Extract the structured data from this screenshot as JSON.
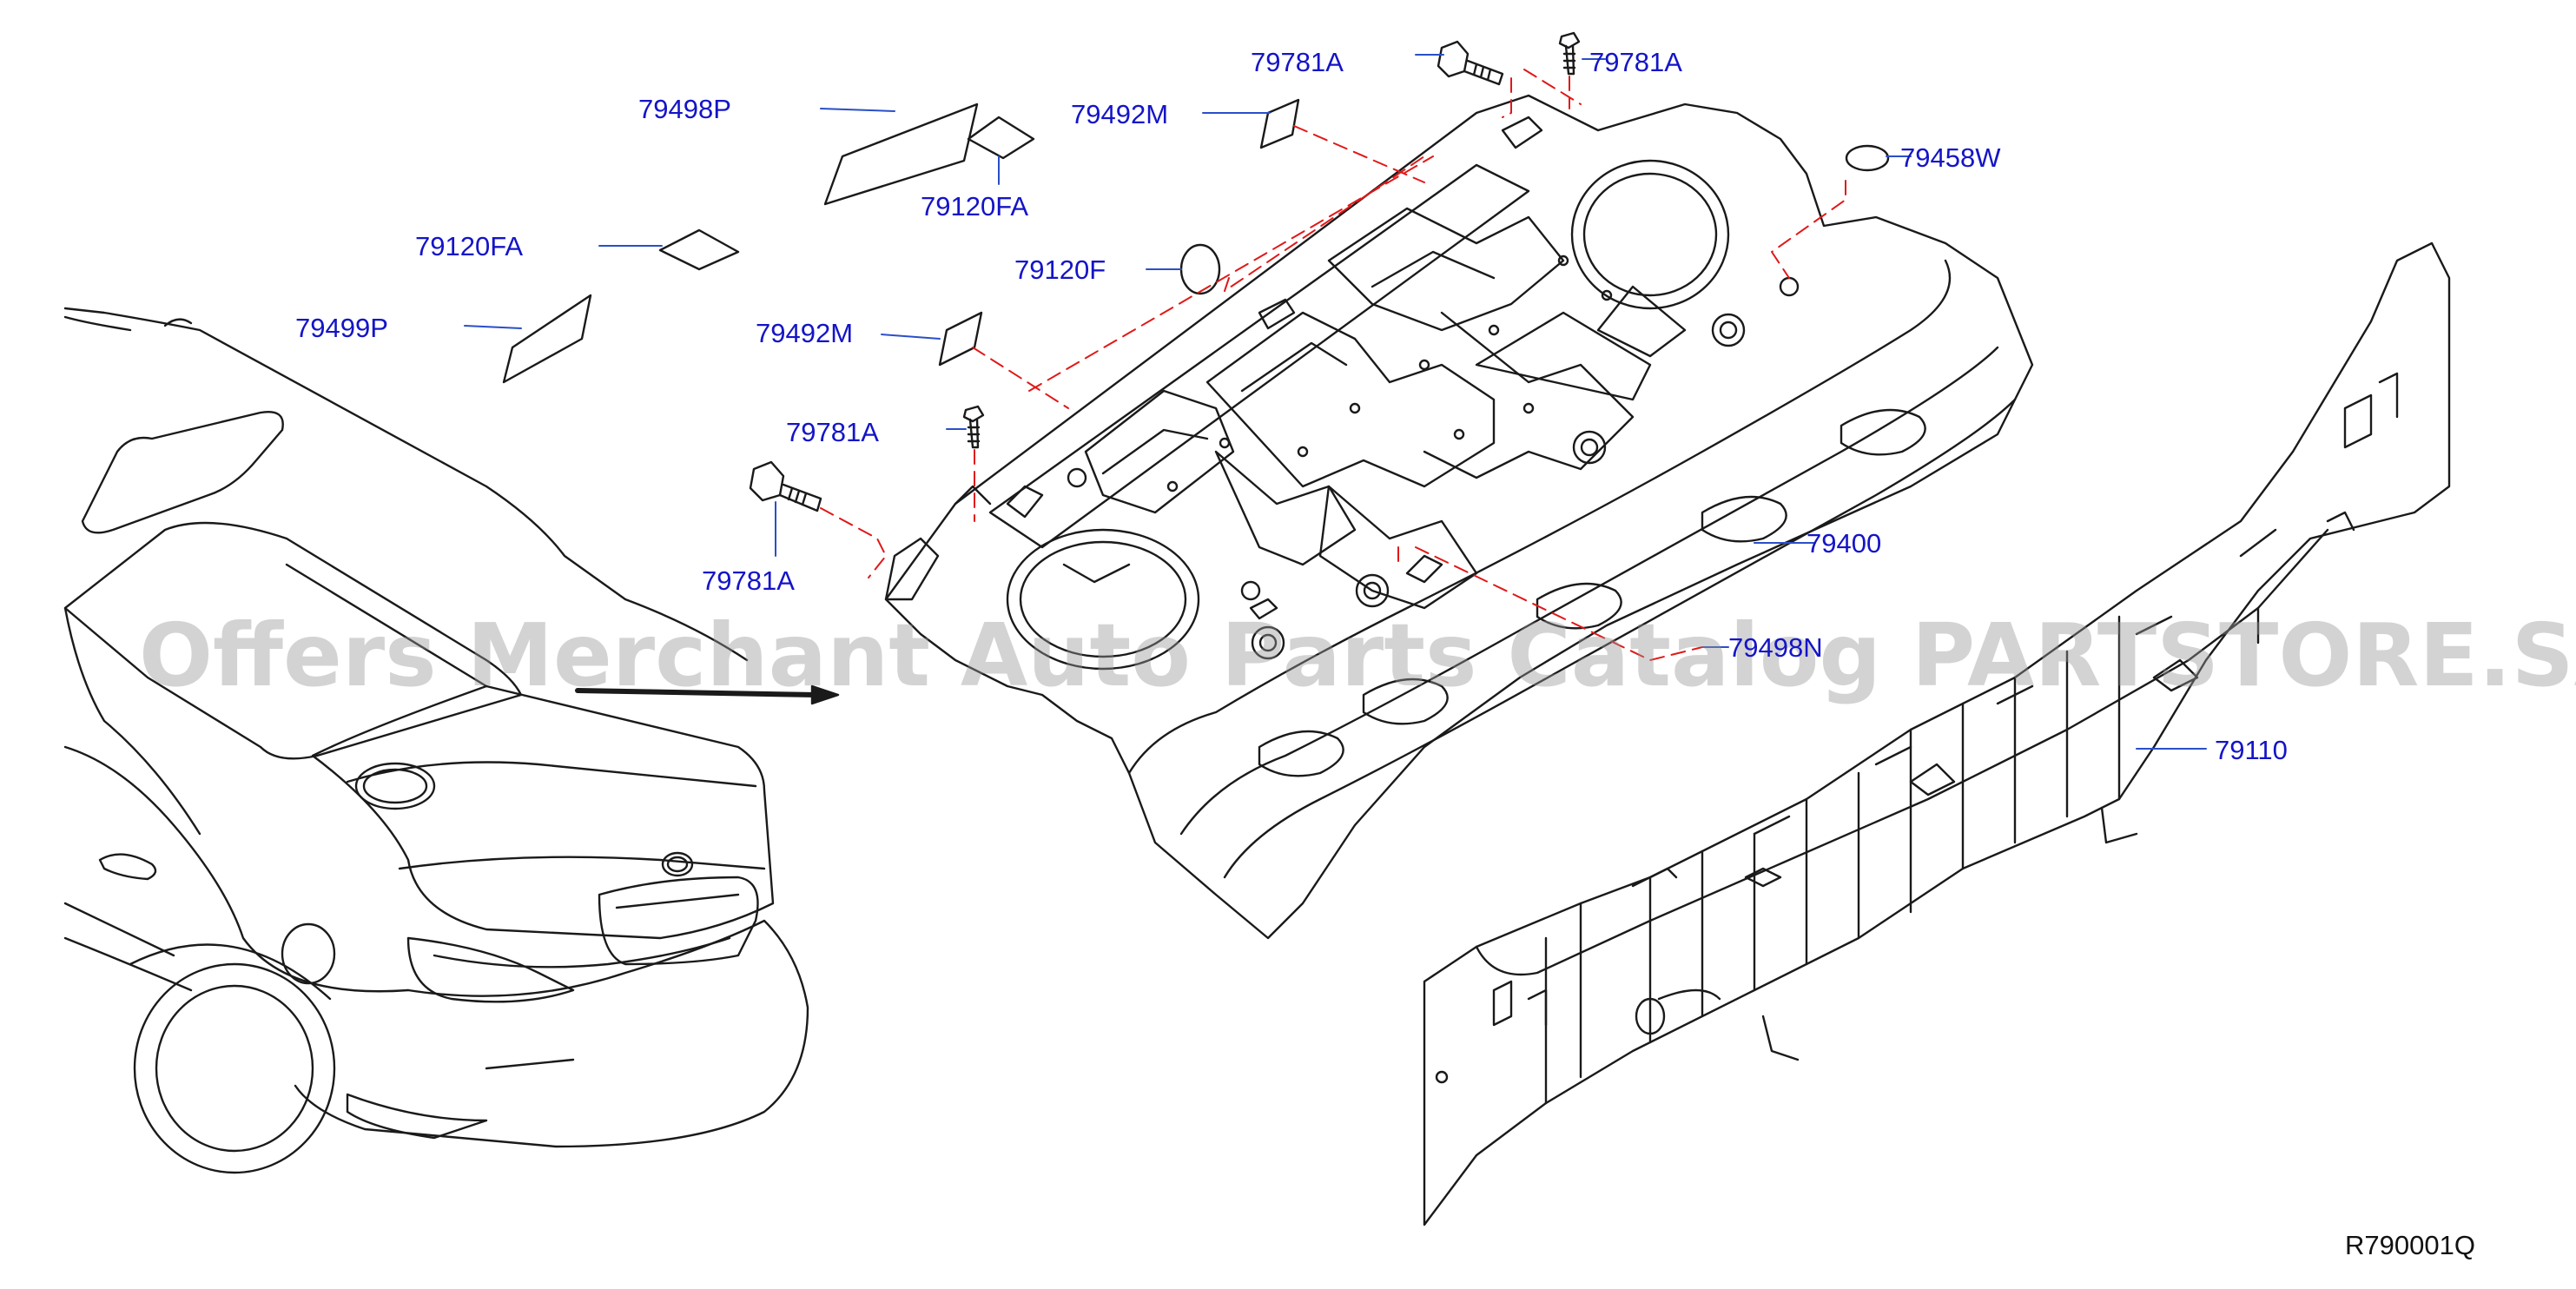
{
  "diagram_id": "R790001Q",
  "watermark": "Offers Merchant Auto Parts Catalog PARTSTORE.SA",
  "colors": {
    "callout_text": "#1414c8",
    "leader_line": "#2a4fc8",
    "dash_line": "#e01818",
    "outline": "#1a1a1a"
  },
  "parts": [
    {
      "label": "79498P"
    },
    {
      "label": "79120FA"
    },
    {
      "label": "79492M"
    },
    {
      "label": "79781A"
    },
    {
      "label": "79781A"
    },
    {
      "label": "79458W"
    },
    {
      "label": "79120FA"
    },
    {
      "label": "79120F"
    },
    {
      "label": "79499P"
    },
    {
      "label": "79492M"
    },
    {
      "label": "79781A"
    },
    {
      "label": "79781A"
    },
    {
      "label": "79400"
    },
    {
      "label": "79498N"
    },
    {
      "label": "79110"
    }
  ]
}
